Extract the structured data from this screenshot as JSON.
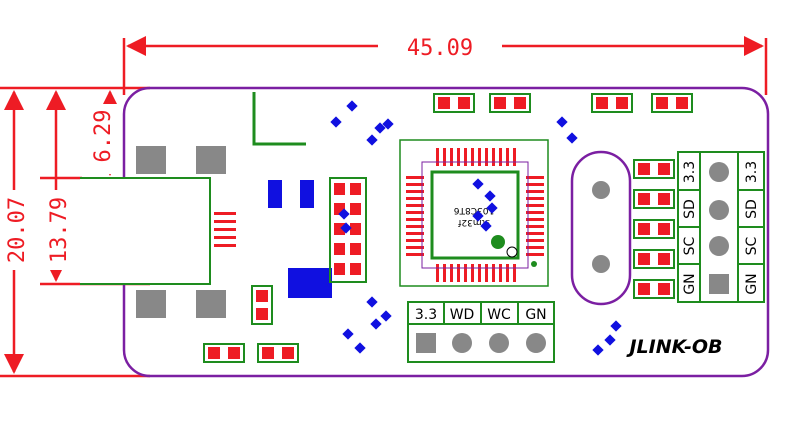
{
  "colors": {
    "dimension": "#ee1c24",
    "outline": "#7b1fa2",
    "silkscreen": "#1e8c1e",
    "pad": "#ee1c24",
    "via": "#1010e0",
    "grey": "#888888"
  },
  "dimensions": {
    "length": "45.09",
    "total_height": "20.07",
    "connector_height": "13.79",
    "offset": "6.29"
  },
  "chip": {
    "line1": "stm32f",
    "line2": "103C8T6"
  },
  "bottom_header": {
    "pins": [
      "3.3",
      "WD",
      "WC",
      "GN"
    ]
  },
  "right_header_inner": {
    "pins": [
      "3.3",
      "SD",
      "SC",
      "GN"
    ]
  },
  "right_header_outer": {
    "pins": [
      "3.3",
      "SD",
      "SC",
      "GN"
    ]
  },
  "logo": "JLINK-OB"
}
